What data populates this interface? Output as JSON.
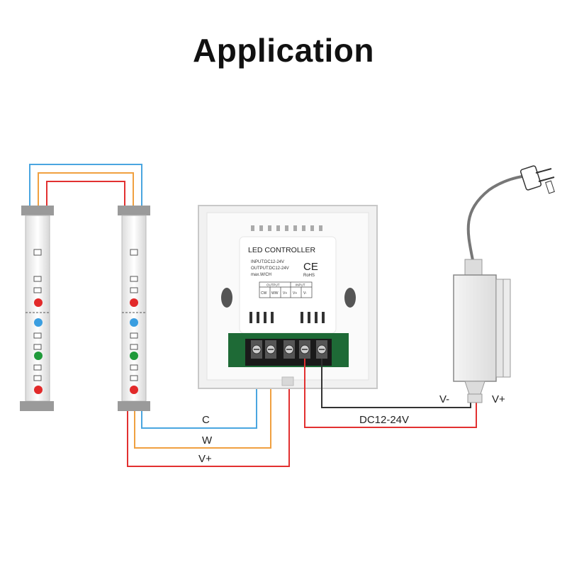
{
  "title": "Application",
  "controller": {
    "name": "LED CONTROLLER",
    "input": "INPUT:DC12-24V",
    "output": "OUTPUT:DC12-24V",
    "max": "max.W/CH",
    "ce": "CE",
    "rohs": "RoHS",
    "output_header": "OUTPUT",
    "input_header": "INPUT",
    "terminals": [
      "CW",
      "WW",
      "V+",
      "V+",
      "V-"
    ]
  },
  "wires": {
    "c_label": "C",
    "w_label": "W",
    "vplus_label": "V+",
    "power_label": "DC12-24V",
    "psu_neg": "V-",
    "psu_pos": "V+"
  },
  "colors": {
    "blue_wire": "#4aa6e0",
    "orange_wire": "#f0a040",
    "red_wire": "#e23030",
    "black_wire": "#333333"
  }
}
